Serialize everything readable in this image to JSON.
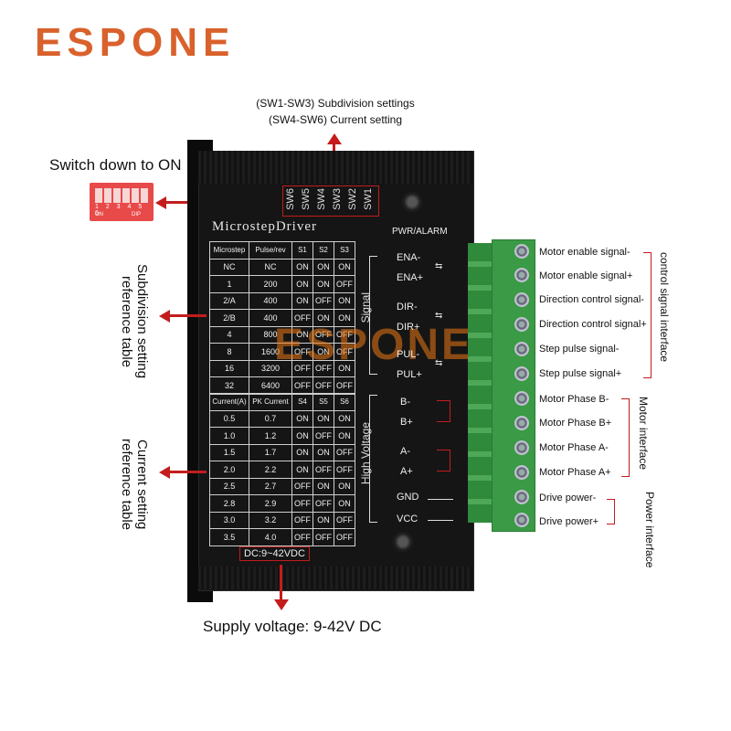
{
  "brand": "ESPONE",
  "watermark": "ESPONE",
  "top_note": {
    "line1": "(SW1-SW3) Subdivision settings",
    "line2": "(SW4-SW6) Current setting"
  },
  "switch_note": "Switch down to ON",
  "dip": {
    "numbers": "1 2 3 4 5 6",
    "on": "ON",
    "dip": "DIP"
  },
  "sw_labels": [
    "SW6",
    "SW5",
    "SW4",
    "SW3",
    "SW2",
    "SW1"
  ],
  "driver_title": "MicrostepDriver",
  "pwr_alarm": "PWR/ALARM",
  "signal_label": "Signal",
  "high_voltage_label": "High Voltage",
  "terminals": [
    "ENA-",
    "ENA+",
    "DIR-",
    "DIR+",
    "PUL-",
    "PUL+",
    "B-",
    "B+",
    "A-",
    "A+",
    "GND",
    "VCC"
  ],
  "subdivision_table": {
    "headers": [
      "Microstep",
      "Pulse/rev",
      "S1",
      "S2",
      "S3"
    ],
    "rows": [
      [
        "NC",
        "NC",
        "ON",
        "ON",
        "ON"
      ],
      [
        "1",
        "200",
        "ON",
        "ON",
        "OFF"
      ],
      [
        "2/A",
        "400",
        "ON",
        "OFF",
        "ON"
      ],
      [
        "2/B",
        "400",
        "OFF",
        "ON",
        "ON"
      ],
      [
        "4",
        "800",
        "ON",
        "OFF",
        "OFF"
      ],
      [
        "8",
        "1600",
        "OFF",
        "ON",
        "OFF"
      ],
      [
        "16",
        "3200",
        "OFF",
        "OFF",
        "ON"
      ],
      [
        "32",
        "6400",
        "OFF",
        "OFF",
        "OFF"
      ]
    ]
  },
  "current_table": {
    "headers": [
      "Current(A)",
      "PK Current",
      "S4",
      "S5",
      "S6"
    ],
    "rows": [
      [
        "0.5",
        "0.7",
        "ON",
        "ON",
        "ON"
      ],
      [
        "1.0",
        "1.2",
        "ON",
        "OFF",
        "ON"
      ],
      [
        "1.5",
        "1.7",
        "ON",
        "ON",
        "OFF"
      ],
      [
        "2.0",
        "2.2",
        "ON",
        "OFF",
        "OFF"
      ],
      [
        "2.5",
        "2.7",
        "OFF",
        "ON",
        "ON"
      ],
      [
        "2.8",
        "2.9",
        "OFF",
        "OFF",
        "ON"
      ],
      [
        "3.0",
        "3.2",
        "OFF",
        "ON",
        "OFF"
      ],
      [
        "3.5",
        "4.0",
        "OFF",
        "OFF",
        "OFF"
      ]
    ]
  },
  "dc_label": "DC:9~42VDC",
  "supply_voltage": "Supply voltage: 9-42V DC",
  "left_labels": {
    "subdivision": "Subdivision setting reference table",
    "current": "Current setting reference table"
  },
  "right_labels": [
    "Motor enable signal-",
    "Motor enable signal+",
    "Direction control signal-",
    "Direction control signal+",
    "Step pulse signal-",
    "Step pulse signal+",
    "Motor Phase B-",
    "Motor Phase B+",
    "Motor Phase A-",
    "Motor Phase A+",
    "Drive power-",
    "Drive power+"
  ],
  "groups": {
    "control": "control signal interface",
    "motor": "Motor interface",
    "power": "Power interface"
  },
  "colors": {
    "brand": "#d9612c",
    "accent_red": "#c41c1c",
    "terminal_green": "#3a9a45"
  }
}
